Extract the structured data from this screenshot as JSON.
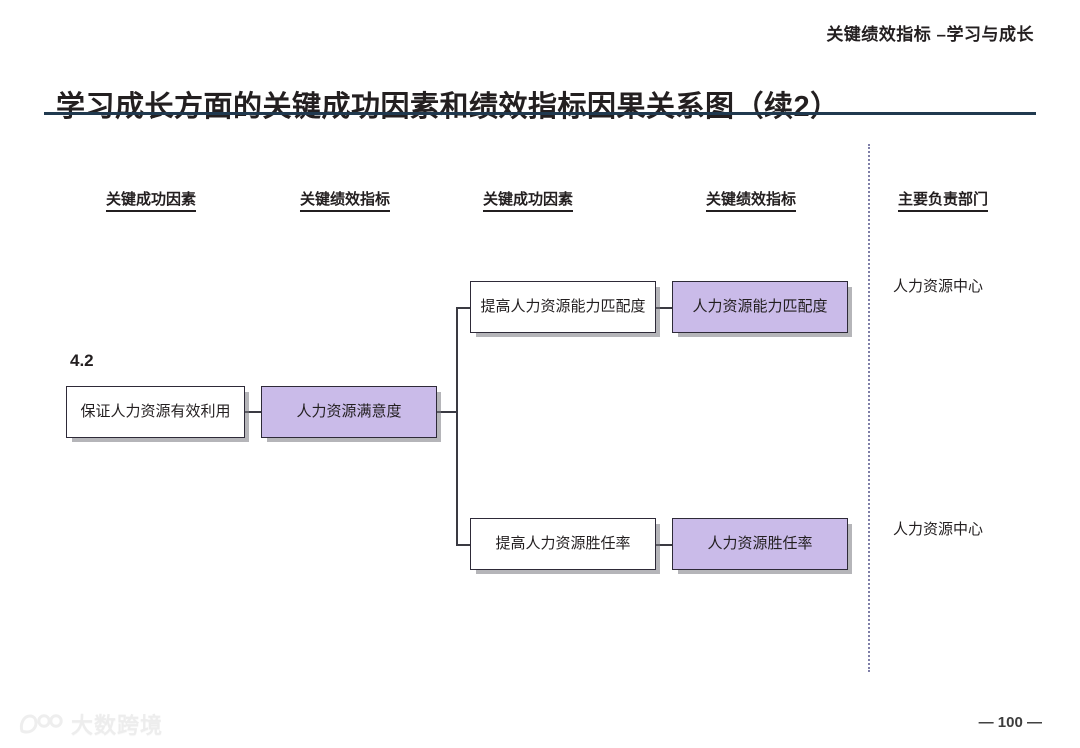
{
  "header": {
    "eyebrow": "关键绩效指标 –学习与成长",
    "title": "学习成长方面的关键成功因素和绩效指标因果关系图（续2）"
  },
  "columns": [
    {
      "key": "csf_left",
      "label": "关键成功因素"
    },
    {
      "key": "kpi_left",
      "label": "关键绩效指标"
    },
    {
      "key": "csf_right",
      "label": "关键成功因素"
    },
    {
      "key": "kpi_right",
      "label": "关键绩效指标"
    },
    {
      "key": "owner",
      "label": "主要负责部门"
    }
  ],
  "diagram": {
    "section_index": "4.2",
    "nodes": {
      "csf_root": "保证人力资源有效利用",
      "kpi_root": "人力资源满意度",
      "csf_upper": "提高人力资源能力匹配度",
      "kpi_upper": "人力资源能力匹配度",
      "csf_lower": "提高人力资源胜任率",
      "kpi_lower": "人力资源胜任率"
    },
    "owners": {
      "upper": "人力资源中心",
      "lower": "人力资源中心"
    },
    "colors": {
      "kpi_fill": "#cabbe9",
      "csf_fill": "#ffffff",
      "node_border": "#2e2a38",
      "rule": "#20394f",
      "divider": "#7f7fa8",
      "connector": "#3a3a42"
    }
  },
  "footer": {
    "page_number": "— 100 —",
    "watermark_text": "大数跨境"
  }
}
